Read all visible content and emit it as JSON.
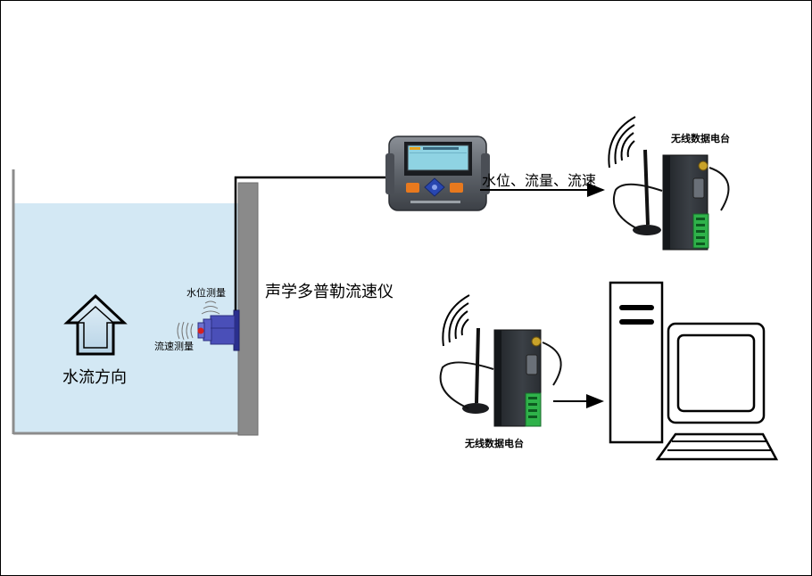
{
  "labels": {
    "flow_direction": "水流方向",
    "water_level_measure": "水位测量",
    "velocity_measure": "流速测量",
    "instrument_name": "声学多普勒流速仪",
    "data_output": "水位、流量、流速",
    "radio_top": "无线数据电台",
    "radio_bottom": "无线数据电台"
  },
  "colors": {
    "water": "#d3e8f4",
    "tank_wall": "#8c8c8c",
    "sensor": "#4a4fb8",
    "terminal": "#2fb24a",
    "screen": "#8fd3e3"
  }
}
